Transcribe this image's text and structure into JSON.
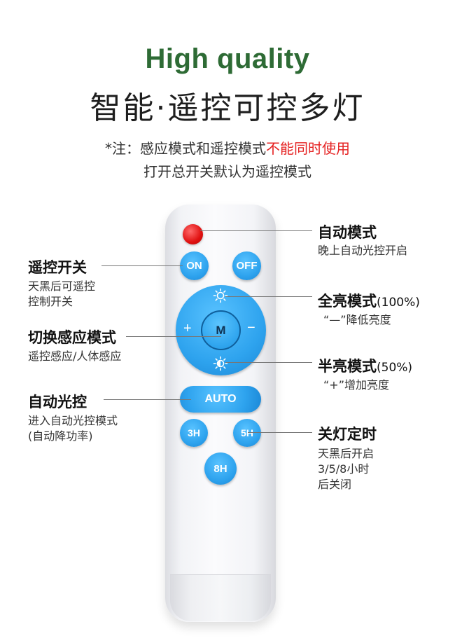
{
  "header": {
    "title_en": "High quality",
    "title_cn": "智能·遥控可控多灯",
    "note_prefix": "*注：感应模式和遥控模式",
    "note_highlight": "不能同时使用",
    "note_line2": "打开总开关默认为遥控模式"
  },
  "remote": {
    "on_label": "ON",
    "off_label": "OFF",
    "mode_label": "M",
    "plus_label": "+",
    "minus_label": "−",
    "auto_label": "AUTO",
    "h3_label": "3H",
    "h5_label": "5H",
    "h8_label": "8H"
  },
  "callouts": {
    "auto_mode": {
      "title": "自动模式",
      "desc": "晚上自动光控开启"
    },
    "remote_switch": {
      "title": "遥控开关",
      "desc1": "天黑后可遥控",
      "desc2": "控制开关"
    },
    "full_bright": {
      "title": "全亮模式",
      "pct": "(100%)",
      "desc": "“—”降低亮度"
    },
    "switch_sensor": {
      "title": "切换感应模式",
      "desc": "遥控感应/人体感应"
    },
    "half_bright": {
      "title": "半亮模式",
      "pct": "(50%)",
      "desc": "“+”增加亮度"
    },
    "auto_light": {
      "title": "自动光控",
      "desc1": "进入自动光控模式",
      "desc2": "(自动降功率)"
    },
    "timer_off": {
      "title": "关灯定时",
      "desc1": "天黑后开启",
      "desc2": "3/5/8小时",
      "desc3": "后关闭"
    }
  },
  "colors": {
    "title_green": "#2e6b35",
    "highlight_red": "#e52222",
    "button_blue": "#2ea3ee",
    "led_red": "#e01010"
  }
}
